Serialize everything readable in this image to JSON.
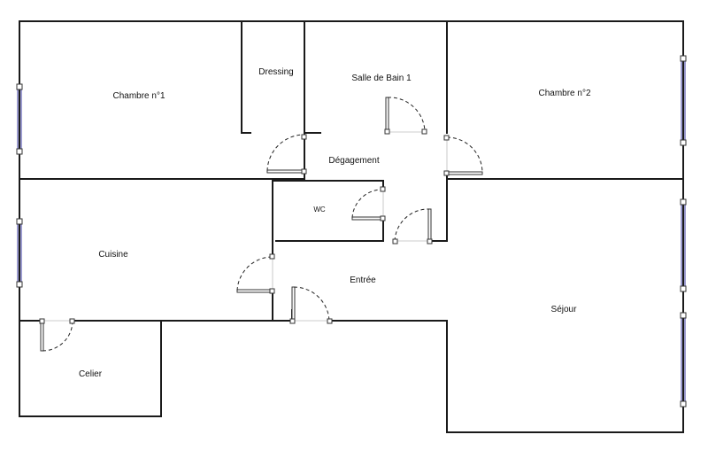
{
  "rooms": {
    "chambre1": "Chambre n°1",
    "dressing": "Dressing",
    "salle_de_bain": "Salle de Bain 1",
    "chambre2": "Chambre n°2",
    "degagement": "Dégagement",
    "wc": "WC",
    "cuisine": "Cuisine",
    "entree": "Entrée",
    "sejour": "Séjour",
    "celier": "Celier"
  },
  "colors": {
    "wall": "#1a1a1a",
    "window": "#3a3aa0",
    "background": "#ffffff"
  }
}
